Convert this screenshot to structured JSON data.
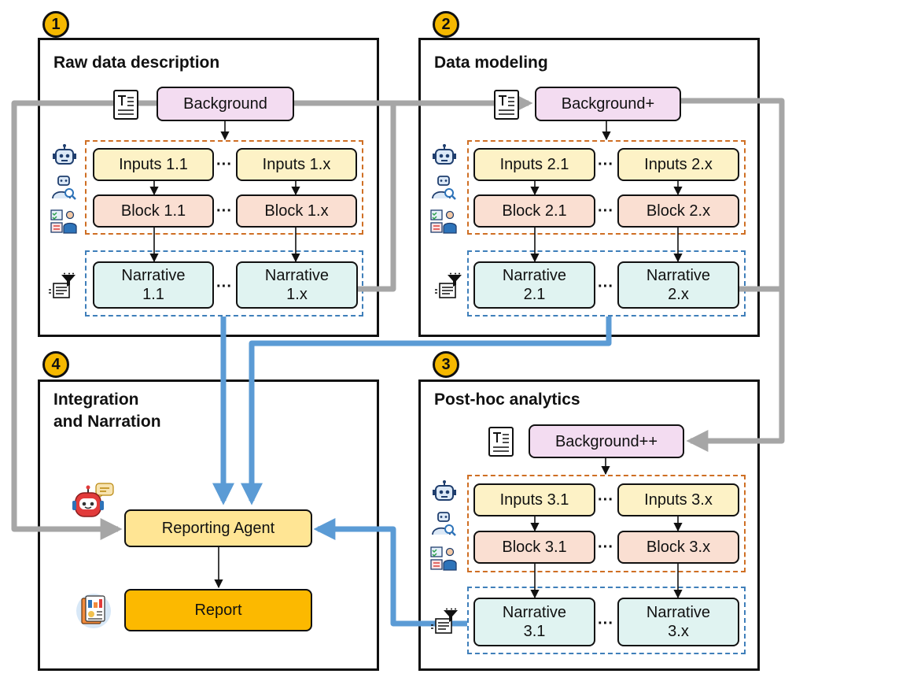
{
  "panels": {
    "p1": {
      "badge": "1",
      "title": "Raw data description"
    },
    "p2": {
      "badge": "2",
      "title": "Data modeling"
    },
    "p3": {
      "badge": "3",
      "title": "Post-hoc analytics"
    },
    "p4": {
      "badge": "4",
      "title_line1": "Integration",
      "title_line2": "and Narration"
    }
  },
  "nodes": {
    "bg1": "Background",
    "bg2": "Background+",
    "bg3": "Background++",
    "in11": "Inputs 1.1",
    "in1x": "Inputs 1.x",
    "bl11": "Block 1.1",
    "bl1x": "Block 1.x",
    "na11_l1": "Narrative",
    "na11_l2": "1.1",
    "na1x_l1": "Narrative",
    "na1x_l2": "1.x",
    "in21": "Inputs 2.1",
    "in2x": "Inputs 2.x",
    "bl21": "Block 2.1",
    "bl2x": "Block 2.x",
    "na21_l1": "Narrative",
    "na21_l2": "2.1",
    "na2x_l1": "Narrative",
    "na2x_l2": "2.x",
    "in31": "Inputs 3.1",
    "in3x": "Inputs 3.x",
    "bl31": "Block 3.1",
    "bl3x": "Block 3.x",
    "na31_l1": "Narrative",
    "na31_l2": "3.1",
    "na3x_l1": "Narrative",
    "na3x_l2": "3.x",
    "agent": "Reporting Agent",
    "report": "Report"
  },
  "ellipsis": "···",
  "icons": {
    "document": "text-document-icon",
    "robot": "robot-icon",
    "robot_search": "robot-search-icon",
    "human_checklist": "human-checklist-icon",
    "funnel": "filter-funnel-icon",
    "agent_robot": "agent-robot-icon",
    "report": "report-icon"
  },
  "colors": {
    "gray_flow": "#a6a6a6",
    "blue_flow": "#5b9bd5",
    "orange_dash": "#cf6f24",
    "blue_dash": "#3f7fba",
    "badge": "#f5b800"
  }
}
